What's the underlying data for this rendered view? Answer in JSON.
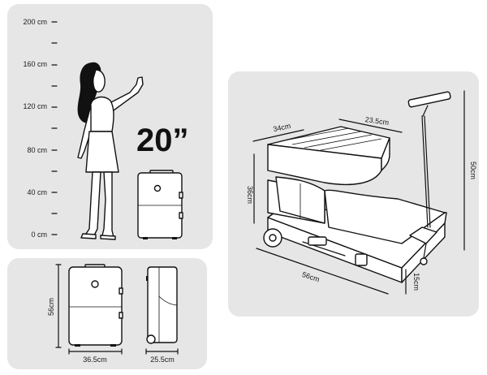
{
  "height_scale": {
    "ticks": [
      "200 cm",
      "160 cm",
      "120 cm",
      "80 cm",
      "40 cm",
      "0 cm"
    ]
  },
  "size_label": "20”",
  "views": {
    "front_height": "56cm",
    "front_width": "36.5cm",
    "side_depth": "25.5cm"
  },
  "isometric": {
    "top_depth": "34cm",
    "top_width": "23.5cm",
    "front_height": "36cm",
    "handle_height": "50cm",
    "base_length": "56cm",
    "base_height": "15cm"
  },
  "colors": {
    "panel": "#e6e6e6",
    "ink": "#111111",
    "fill": "#ffffff"
  },
  "icons": [
    "woman-silhouette-icon",
    "suitcase-icon",
    "luggage-scooter-icon"
  ]
}
